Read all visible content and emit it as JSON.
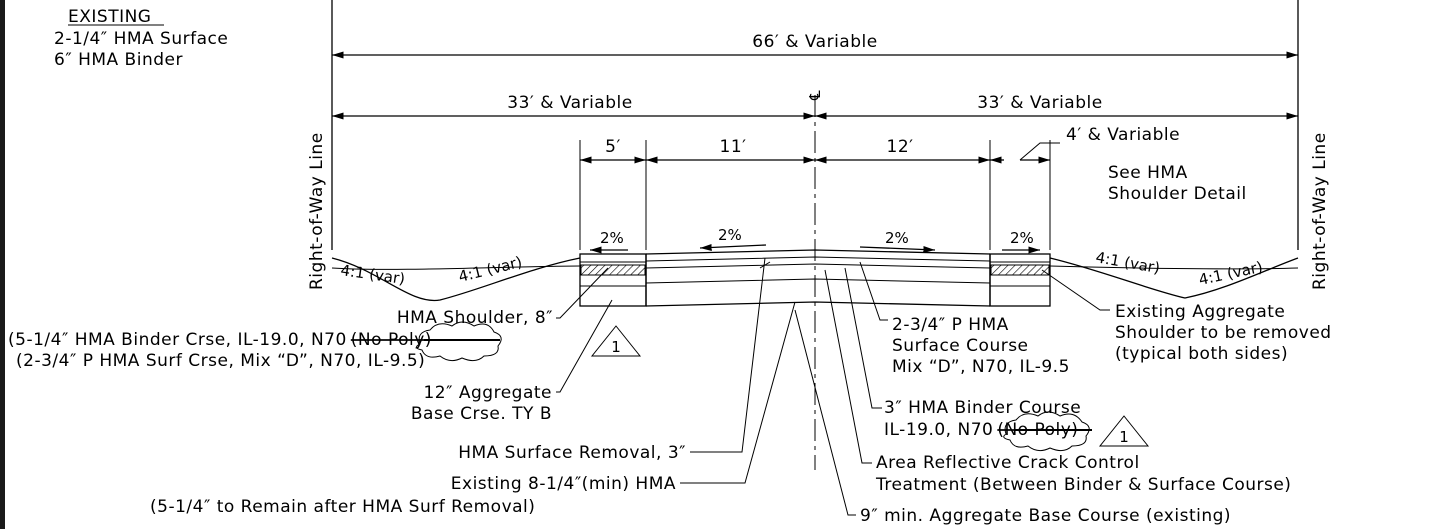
{
  "existing": {
    "heading": "EXISTING",
    "line1": "2-1/4″ HMA Surface",
    "line2": "6″ HMA Binder"
  },
  "dims": {
    "total": "66′ & Variable",
    "left_half": "33′ & Variable",
    "right_half": "33′ & Variable",
    "left_shoulder": "5′",
    "left_lane": "11′",
    "right_lane": "12′",
    "right_shoulder": "4′ & Variable"
  },
  "row_labels": {
    "left": "Right-of-Way Line",
    "right": "Right-of-Way Line"
  },
  "centerline_symbol": "℄",
  "slopes": {
    "left_shoulder": "2%",
    "left_lane": "2%",
    "right_lane": "2%",
    "right_shoulder": "2%",
    "left_outer": "4:1 (var)",
    "left_inner": "4:1 (var)",
    "right_inner": "4:1 (var)",
    "right_outer": "4:1 (var)"
  },
  "notes": {
    "see_detail_1": "See HMA",
    "see_detail_2": "Shoulder Detail",
    "agg_shoulder_1": "Existing Aggregate",
    "agg_shoulder_2": "Shoulder to be removed",
    "agg_shoulder_3": "(typical both sides)",
    "hma_shoulder": "HMA Shoulder, 8″",
    "hma_shoulder_binder_pre": "(5-1/4″ HMA Binder Crse, IL-19.0, N70",
    "hma_shoulder_binder_struck": "(No Poly)",
    "hma_shoulder_surf": "(2-3/4″ P HMA Surf Crse, Mix “D”, N70, IL-9.5)",
    "agg_base_1": "12″ Aggregate",
    "agg_base_2": "Base Crse. TY B",
    "surface_removal": "HMA Surface Removal, 3″",
    "existing_hma_1": "Existing 8-1/4″(min) HMA",
    "existing_hma_2": "(5-1/4″ to Remain after HMA Surf Removal)",
    "surface_course_1": "2-3/4″ P HMA",
    "surface_course_2": "Surface Course",
    "surface_course_3": "Mix “D”, N70, IL-9.5",
    "binder_course_1": "3″ HMA Binder Course",
    "binder_course_2_pre": "IL-19.0, N70",
    "binder_course_2_struck": "(No Poly)",
    "crack_control_1": "Area Reflective Crack Control",
    "crack_control_2": "Treatment (Between Binder & Surface Course)",
    "agg_base_existing": "9″ min. Aggregate Base Course (existing)"
  },
  "revision_marks": {
    "left": "1",
    "right": "1"
  }
}
